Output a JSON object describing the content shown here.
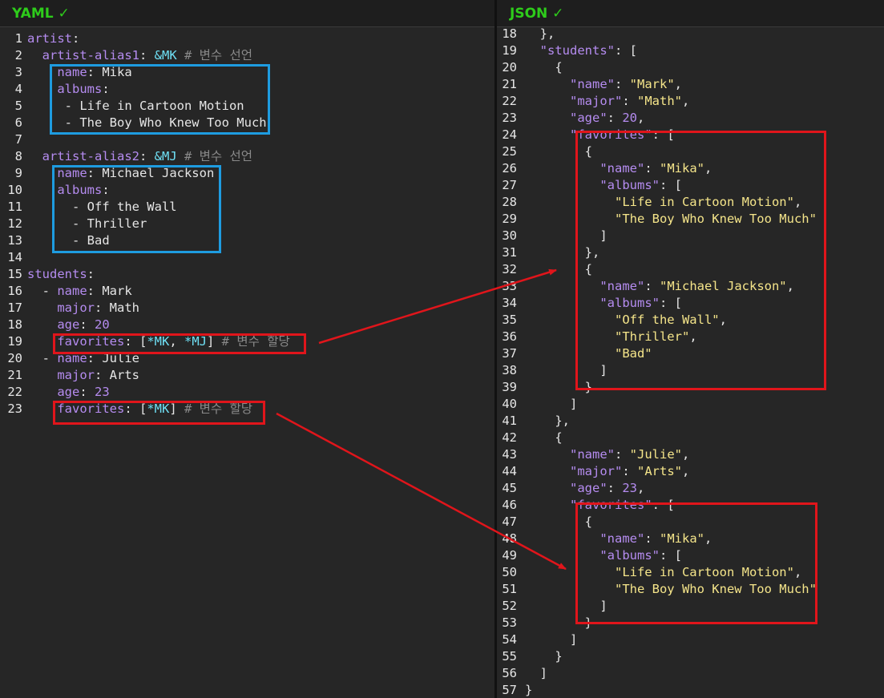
{
  "yaml_panel": {
    "title": "YAML ✓"
  },
  "json_panel": {
    "title": "JSON ✓"
  },
  "yaml_lines": [
    {
      "n": "1",
      "segs": [
        [
          "key",
          "artist"
        ],
        [
          "punc",
          ":"
        ]
      ]
    },
    {
      "n": "2",
      "segs": [
        [
          "txt",
          "  "
        ],
        [
          "key",
          "artist-alias1"
        ],
        [
          "punc",
          ": "
        ],
        [
          "anc",
          "&MK"
        ],
        [
          "cmt",
          " # 변수 선언"
        ]
      ]
    },
    {
      "n": "3",
      "segs": [
        [
          "txt",
          "    "
        ],
        [
          "key",
          "name"
        ],
        [
          "punc",
          ": "
        ],
        [
          "txt",
          "Mika"
        ]
      ]
    },
    {
      "n": "4",
      "segs": [
        [
          "txt",
          "    "
        ],
        [
          "key",
          "albums"
        ],
        [
          "punc",
          ":"
        ]
      ]
    },
    {
      "n": "5",
      "segs": [
        [
          "txt",
          "     - Life in Cartoon Motion"
        ]
      ]
    },
    {
      "n": "6",
      "segs": [
        [
          "txt",
          "     - The Boy Who Knew Too Much"
        ]
      ]
    },
    {
      "n": "7",
      "segs": []
    },
    {
      "n": "8",
      "segs": [
        [
          "txt",
          "  "
        ],
        [
          "key",
          "artist-alias2"
        ],
        [
          "punc",
          ": "
        ],
        [
          "anc",
          "&MJ"
        ],
        [
          "cmt",
          " # 변수 선언"
        ]
      ]
    },
    {
      "n": "9",
      "segs": [
        [
          "txt",
          "    "
        ],
        [
          "key",
          "name"
        ],
        [
          "punc",
          ": "
        ],
        [
          "txt",
          "Michael Jackson"
        ]
      ]
    },
    {
      "n": "10",
      "segs": [
        [
          "txt",
          "    "
        ],
        [
          "key",
          "albums"
        ],
        [
          "punc",
          ":"
        ]
      ]
    },
    {
      "n": "11",
      "segs": [
        [
          "txt",
          "      - Off the Wall"
        ]
      ]
    },
    {
      "n": "12",
      "segs": [
        [
          "txt",
          "      - Thriller"
        ]
      ]
    },
    {
      "n": "13",
      "segs": [
        [
          "txt",
          "      - Bad"
        ]
      ]
    },
    {
      "n": "14",
      "segs": []
    },
    {
      "n": "15",
      "segs": [
        [
          "key",
          "students"
        ],
        [
          "punc",
          ":"
        ]
      ]
    },
    {
      "n": "16",
      "segs": [
        [
          "txt",
          "  - "
        ],
        [
          "key",
          "name"
        ],
        [
          "punc",
          ": "
        ],
        [
          "txt",
          "Mark"
        ]
      ]
    },
    {
      "n": "17",
      "segs": [
        [
          "txt",
          "    "
        ],
        [
          "key",
          "major"
        ],
        [
          "punc",
          ": "
        ],
        [
          "txt",
          "Math"
        ]
      ]
    },
    {
      "n": "18",
      "segs": [
        [
          "txt",
          "    "
        ],
        [
          "key",
          "age"
        ],
        [
          "punc",
          ": "
        ],
        [
          "num",
          "20"
        ]
      ]
    },
    {
      "n": "19",
      "segs": [
        [
          "txt",
          "    "
        ],
        [
          "key",
          "favorites"
        ],
        [
          "punc",
          ": ["
        ],
        [
          "anc",
          "*MK"
        ],
        [
          "punc",
          ", "
        ],
        [
          "anc",
          "*MJ"
        ],
        [
          "punc",
          "]"
        ],
        [
          "cmt",
          " # 변수 할당"
        ]
      ]
    },
    {
      "n": "20",
      "segs": [
        [
          "txt",
          "  - "
        ],
        [
          "key",
          "name"
        ],
        [
          "punc",
          ": "
        ],
        [
          "txt",
          "Julie"
        ]
      ]
    },
    {
      "n": "21",
      "segs": [
        [
          "txt",
          "    "
        ],
        [
          "key",
          "major"
        ],
        [
          "punc",
          ": "
        ],
        [
          "txt",
          "Arts"
        ]
      ]
    },
    {
      "n": "22",
      "segs": [
        [
          "txt",
          "    "
        ],
        [
          "key",
          "age"
        ],
        [
          "punc",
          ": "
        ],
        [
          "num",
          "23"
        ]
      ]
    },
    {
      "n": "23",
      "segs": [
        [
          "txt",
          "    "
        ],
        [
          "key",
          "favorites"
        ],
        [
          "punc",
          ": ["
        ],
        [
          "anc",
          "*MK"
        ],
        [
          "punc",
          "]"
        ],
        [
          "cmt",
          " # 변수 할당"
        ]
      ]
    }
  ],
  "json_lines": [
    {
      "n": "18",
      "segs": [
        [
          "punc",
          "  },"
        ]
      ]
    },
    {
      "n": "19",
      "segs": [
        [
          "txt",
          "  "
        ],
        [
          "key",
          "\"students\""
        ],
        [
          "punc",
          ": ["
        ]
      ]
    },
    {
      "n": "20",
      "segs": [
        [
          "punc",
          "    {"
        ]
      ]
    },
    {
      "n": "21",
      "segs": [
        [
          "txt",
          "      "
        ],
        [
          "key",
          "\"name\""
        ],
        [
          "punc",
          ": "
        ],
        [
          "str",
          "\"Mark\""
        ],
        [
          "punc",
          ","
        ]
      ]
    },
    {
      "n": "22",
      "segs": [
        [
          "txt",
          "      "
        ],
        [
          "key",
          "\"major\""
        ],
        [
          "punc",
          ": "
        ],
        [
          "str",
          "\"Math\""
        ],
        [
          "punc",
          ","
        ]
      ]
    },
    {
      "n": "23",
      "segs": [
        [
          "txt",
          "      "
        ],
        [
          "key",
          "\"age\""
        ],
        [
          "punc",
          ": "
        ],
        [
          "num",
          "20"
        ],
        [
          "punc",
          ","
        ]
      ]
    },
    {
      "n": "24",
      "segs": [
        [
          "txt",
          "      "
        ],
        [
          "key",
          "\"favorites\""
        ],
        [
          "punc",
          ": ["
        ]
      ]
    },
    {
      "n": "25",
      "segs": [
        [
          "punc",
          "        {"
        ]
      ]
    },
    {
      "n": "26",
      "segs": [
        [
          "txt",
          "          "
        ],
        [
          "key",
          "\"name\""
        ],
        [
          "punc",
          ": "
        ],
        [
          "str",
          "\"Mika\""
        ],
        [
          "punc",
          ","
        ]
      ]
    },
    {
      "n": "27",
      "segs": [
        [
          "txt",
          "          "
        ],
        [
          "key",
          "\"albums\""
        ],
        [
          "punc",
          ": ["
        ]
      ]
    },
    {
      "n": "28",
      "segs": [
        [
          "txt",
          "            "
        ],
        [
          "str",
          "\"Life in Cartoon Motion\""
        ],
        [
          "punc",
          ","
        ]
      ]
    },
    {
      "n": "29",
      "segs": [
        [
          "txt",
          "            "
        ],
        [
          "str",
          "\"The Boy Who Knew Too Much\""
        ]
      ]
    },
    {
      "n": "30",
      "segs": [
        [
          "punc",
          "          ]"
        ]
      ]
    },
    {
      "n": "31",
      "segs": [
        [
          "punc",
          "        },"
        ]
      ]
    },
    {
      "n": "32",
      "segs": [
        [
          "punc",
          "        {"
        ]
      ]
    },
    {
      "n": "33",
      "segs": [
        [
          "txt",
          "          "
        ],
        [
          "key",
          "\"name\""
        ],
        [
          "punc",
          ": "
        ],
        [
          "str",
          "\"Michael Jackson\""
        ],
        [
          "punc",
          ","
        ]
      ]
    },
    {
      "n": "34",
      "segs": [
        [
          "txt",
          "          "
        ],
        [
          "key",
          "\"albums\""
        ],
        [
          "punc",
          ": ["
        ]
      ]
    },
    {
      "n": "35",
      "segs": [
        [
          "txt",
          "            "
        ],
        [
          "str",
          "\"Off the Wall\""
        ],
        [
          "punc",
          ","
        ]
      ]
    },
    {
      "n": "36",
      "segs": [
        [
          "txt",
          "            "
        ],
        [
          "str",
          "\"Thriller\""
        ],
        [
          "punc",
          ","
        ]
      ]
    },
    {
      "n": "37",
      "segs": [
        [
          "txt",
          "            "
        ],
        [
          "str",
          "\"Bad\""
        ]
      ]
    },
    {
      "n": "38",
      "segs": [
        [
          "punc",
          "          ]"
        ]
      ]
    },
    {
      "n": "39",
      "segs": [
        [
          "punc",
          "        }"
        ]
      ]
    },
    {
      "n": "40",
      "segs": [
        [
          "punc",
          "      ]"
        ]
      ]
    },
    {
      "n": "41",
      "segs": [
        [
          "punc",
          "    },"
        ]
      ]
    },
    {
      "n": "42",
      "segs": [
        [
          "punc",
          "    {"
        ]
      ]
    },
    {
      "n": "43",
      "segs": [
        [
          "txt",
          "      "
        ],
        [
          "key",
          "\"name\""
        ],
        [
          "punc",
          ": "
        ],
        [
          "str",
          "\"Julie\""
        ],
        [
          "punc",
          ","
        ]
      ]
    },
    {
      "n": "44",
      "segs": [
        [
          "txt",
          "      "
        ],
        [
          "key",
          "\"major\""
        ],
        [
          "punc",
          ": "
        ],
        [
          "str",
          "\"Arts\""
        ],
        [
          "punc",
          ","
        ]
      ]
    },
    {
      "n": "45",
      "segs": [
        [
          "txt",
          "      "
        ],
        [
          "key",
          "\"age\""
        ],
        [
          "punc",
          ": "
        ],
        [
          "num",
          "23"
        ],
        [
          "punc",
          ","
        ]
      ]
    },
    {
      "n": "46",
      "segs": [
        [
          "txt",
          "      "
        ],
        [
          "key",
          "\"favorites\""
        ],
        [
          "punc",
          ": ["
        ]
      ]
    },
    {
      "n": "47",
      "segs": [
        [
          "punc",
          "        {"
        ]
      ]
    },
    {
      "n": "48",
      "segs": [
        [
          "txt",
          "          "
        ],
        [
          "key",
          "\"name\""
        ],
        [
          "punc",
          ": "
        ],
        [
          "str",
          "\"Mika\""
        ],
        [
          "punc",
          ","
        ]
      ]
    },
    {
      "n": "49",
      "segs": [
        [
          "txt",
          "          "
        ],
        [
          "key",
          "\"albums\""
        ],
        [
          "punc",
          ": ["
        ]
      ]
    },
    {
      "n": "50",
      "segs": [
        [
          "txt",
          "            "
        ],
        [
          "str",
          "\"Life in Cartoon Motion\""
        ],
        [
          "punc",
          ","
        ]
      ]
    },
    {
      "n": "51",
      "segs": [
        [
          "txt",
          "            "
        ],
        [
          "str",
          "\"The Boy Who Knew Too Much\""
        ]
      ]
    },
    {
      "n": "52",
      "segs": [
        [
          "punc",
          "          ]"
        ]
      ]
    },
    {
      "n": "53",
      "segs": [
        [
          "punc",
          "        }"
        ]
      ]
    },
    {
      "n": "54",
      "segs": [
        [
          "punc",
          "      ]"
        ]
      ]
    },
    {
      "n": "55",
      "segs": [
        [
          "punc",
          "    }"
        ]
      ]
    },
    {
      "n": "56",
      "segs": [
        [
          "punc",
          "  ]"
        ]
      ]
    },
    {
      "n": "57",
      "segs": [
        [
          "punc",
          "}"
        ]
      ]
    }
  ],
  "colors": {
    "header_text": "#2ecc1b",
    "highlight_box_blue": "#1e9ce0",
    "highlight_box_red": "#e0151b",
    "arrow": "#e0151b"
  }
}
